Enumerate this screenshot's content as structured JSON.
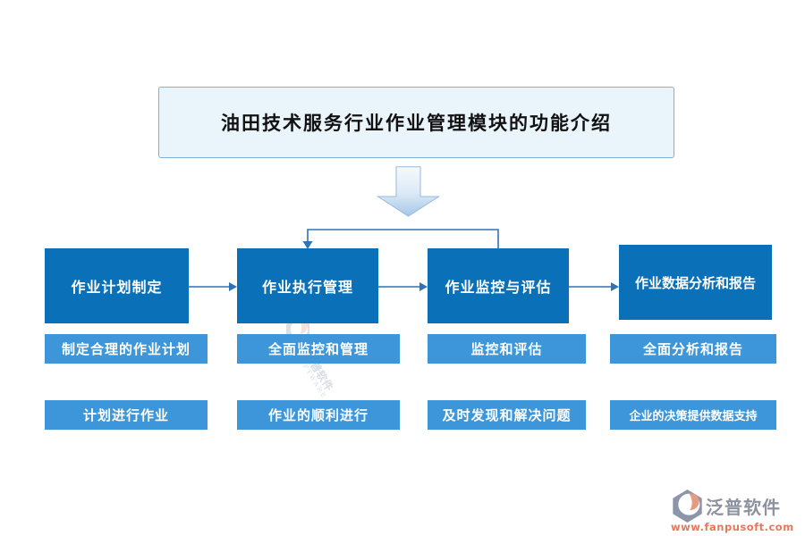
{
  "title": "油田技术服务行业作业管理模块的功能介绍",
  "flow": {
    "stages": [
      {
        "label": "作业计划制定",
        "features": [
          "制定合理的作业计划",
          "计划进行作业"
        ]
      },
      {
        "label": "作业执行管理",
        "features": [
          "全面监控和管理",
          "作业的顺利进行"
        ]
      },
      {
        "label": "作业监控与评估",
        "features": [
          "监控和评估",
          "及时发现和解决问题"
        ]
      },
      {
        "label": "作业数据分析和报告",
        "features": [
          "全面分析和报告",
          "企业的决策提供数据支持"
        ]
      }
    ]
  },
  "watermark": {
    "cn": "泛普软件",
    "en": "SOFTWARE"
  },
  "logo": {
    "name": "泛普软件",
    "url": "www.fanpusoft.com"
  },
  "colors": {
    "stage_box": "#0a70b8",
    "feature_box": "#3d96d9",
    "connector": "#2e74b5",
    "title_bg": "#eaf4fb",
    "title_border": "#7eb2d8",
    "logo_gray": "#8d96a8",
    "logo_salmon": "#e59b80",
    "url_orange": "#e3795c"
  }
}
